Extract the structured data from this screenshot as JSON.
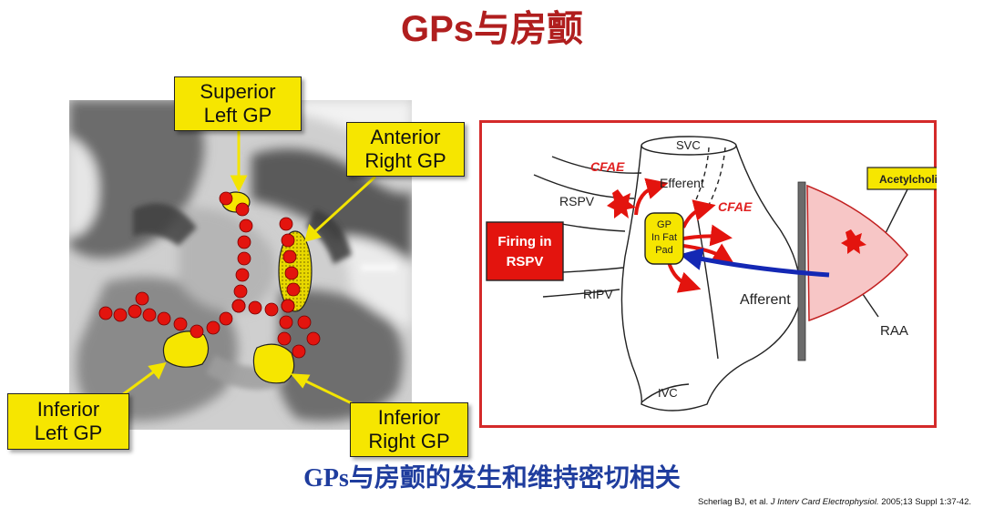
{
  "slide": {
    "title": "GPs与房颤",
    "caption": "GPs与房颤的发生和维持密切相关",
    "citation_authors": "Scherlag BJ, et al.",
    "citation_journal": "J Interv Card Electrophysiol.",
    "citation_detail": "2005;13 Suppl 1:37-42."
  },
  "mri_panel": {
    "callouts": {
      "superior_left": "Superior\nLeft GP",
      "anterior_right": "Anterior\nRight GP",
      "inferior_left": "Inferior\nLeft GP",
      "inferior_right": "Inferior\nRight GP"
    }
  },
  "schematic": {
    "svc": "SVC",
    "ivc": "IVC",
    "rspv": "RSPV",
    "ripv": "RIPV",
    "efferent": "Efferent",
    "afferent": "Afferent",
    "cfae_left": "CFAE",
    "cfae_right": "CFAE",
    "gp_line1": "GP",
    "gp_line2": "In Fat",
    "gp_line3": "Pad",
    "firing_line1": "Firing in",
    "firing_line2": "RSPV",
    "acetylcholine": "Acetylcholine",
    "raa": "RAA"
  },
  "colors": {
    "title": "#b01e1e",
    "caption": "#1f3d9e",
    "callout_fill": "#f6e600",
    "ablation_dot": "#e3140e",
    "frame": "#d42a2a",
    "afferent_arrow": "#1428b4",
    "raa_fill": "#f7c6c6"
  }
}
